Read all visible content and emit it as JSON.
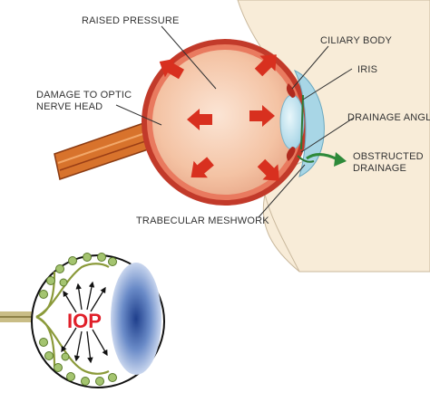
{
  "diagram": {
    "labels": {
      "raised_pressure": "RAISED PRESSURE",
      "ciliary_body": "CILIARY BODY",
      "iris": "IRIS",
      "damage_line1": "DAMAGE TO OPTIC",
      "damage_line2": "NERVE HEAD",
      "drainage_angle": "DRAINAGE ANGLE",
      "obstructed_line1": "OBSTRUCTED",
      "obstructed_line2": "DRAINAGE",
      "trabecular_meshwork": "TRABECULAR MESHWORK"
    },
    "inset": {
      "badge": "IOP"
    },
    "colors": {
      "sclera_outer": "#c23a2a",
      "globe_fill": "#f5c7a9",
      "globe_center": "#fbe3d2",
      "pressure_arrow": "#d8301f",
      "skin": "#f8ecd8",
      "cornea": "#bfe3ef",
      "drain_arrow": "#2e8a3a",
      "nerve": "#b3a46a",
      "lens": "#2e5aa5",
      "iop_text": "#e0202a"
    }
  }
}
